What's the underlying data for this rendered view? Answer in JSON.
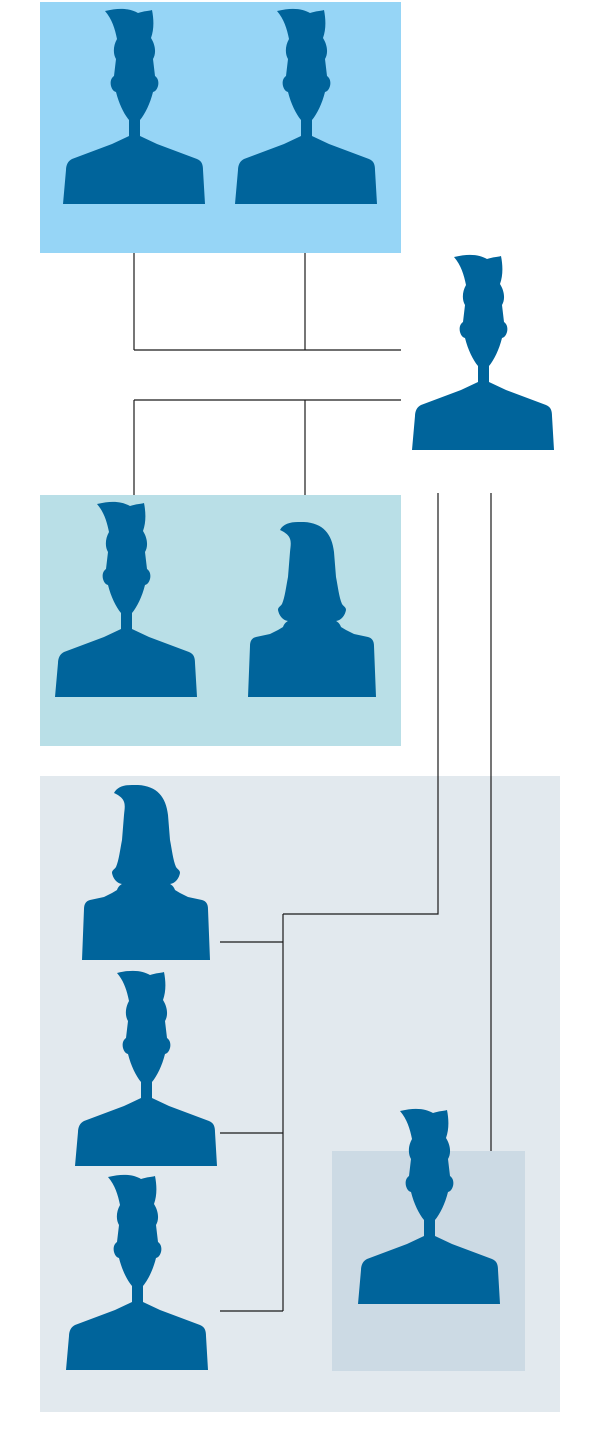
{
  "colors": {
    "person_fill": "#00649B",
    "connector": "#1a1a1a",
    "box_top": "#96D5F6",
    "box_middle": "#B9DFE7",
    "box_bottom": "#E2E9EE",
    "box_inner": "#CCDAE4"
  },
  "groups": [
    {
      "id": "top-group",
      "color_key": "box_top",
      "members": [
        {
          "gender": "male",
          "icon": "male-person-icon"
        },
        {
          "gender": "male",
          "icon": "male-person-icon"
        }
      ]
    },
    {
      "id": "standalone",
      "color_key": "none",
      "members": [
        {
          "gender": "male",
          "icon": "male-person-icon"
        }
      ]
    },
    {
      "id": "middle-group",
      "color_key": "box_middle",
      "members": [
        {
          "gender": "male",
          "icon": "male-person-icon"
        },
        {
          "gender": "female",
          "icon": "female-person-icon"
        }
      ]
    },
    {
      "id": "bottom-group",
      "color_key": "box_bottom",
      "members": [
        {
          "gender": "female",
          "icon": "female-person-icon"
        },
        {
          "gender": "male",
          "icon": "male-person-icon"
        },
        {
          "gender": "male",
          "icon": "male-person-icon"
        }
      ]
    },
    {
      "id": "inner-group",
      "color_key": "box_inner",
      "members": [
        {
          "gender": "male",
          "icon": "male-person-icon"
        }
      ]
    }
  ]
}
